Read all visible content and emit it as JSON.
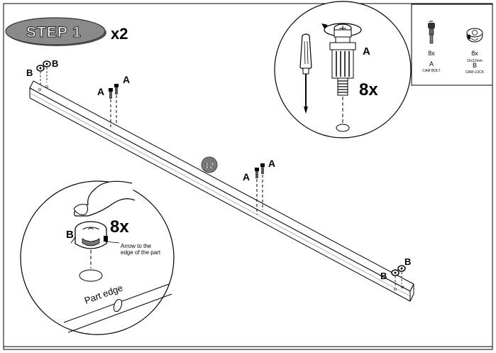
{
  "step": {
    "label": "STEP 1",
    "multiplier": "x2"
  },
  "part_number": "12",
  "labels": {
    "cam_bolt_letter": "A",
    "cam_lock_letter": "B"
  },
  "detail_top": {
    "quantity": "8x",
    "letter": "A"
  },
  "detail_bottom": {
    "quantity": "8x",
    "letter": "B",
    "arrow_note_line1": "Arrow to the",
    "arrow_note_line2": "edge of the part",
    "part_edge": "Part edge"
  },
  "legend": {
    "cam_bolt": {
      "qty": "8x",
      "letter": "A",
      "name": "CAM BOLT"
    },
    "cam_lock": {
      "qty": "8x",
      "size": "15x12mm",
      "letter": "B",
      "name": "CAM LOCK"
    }
  }
}
